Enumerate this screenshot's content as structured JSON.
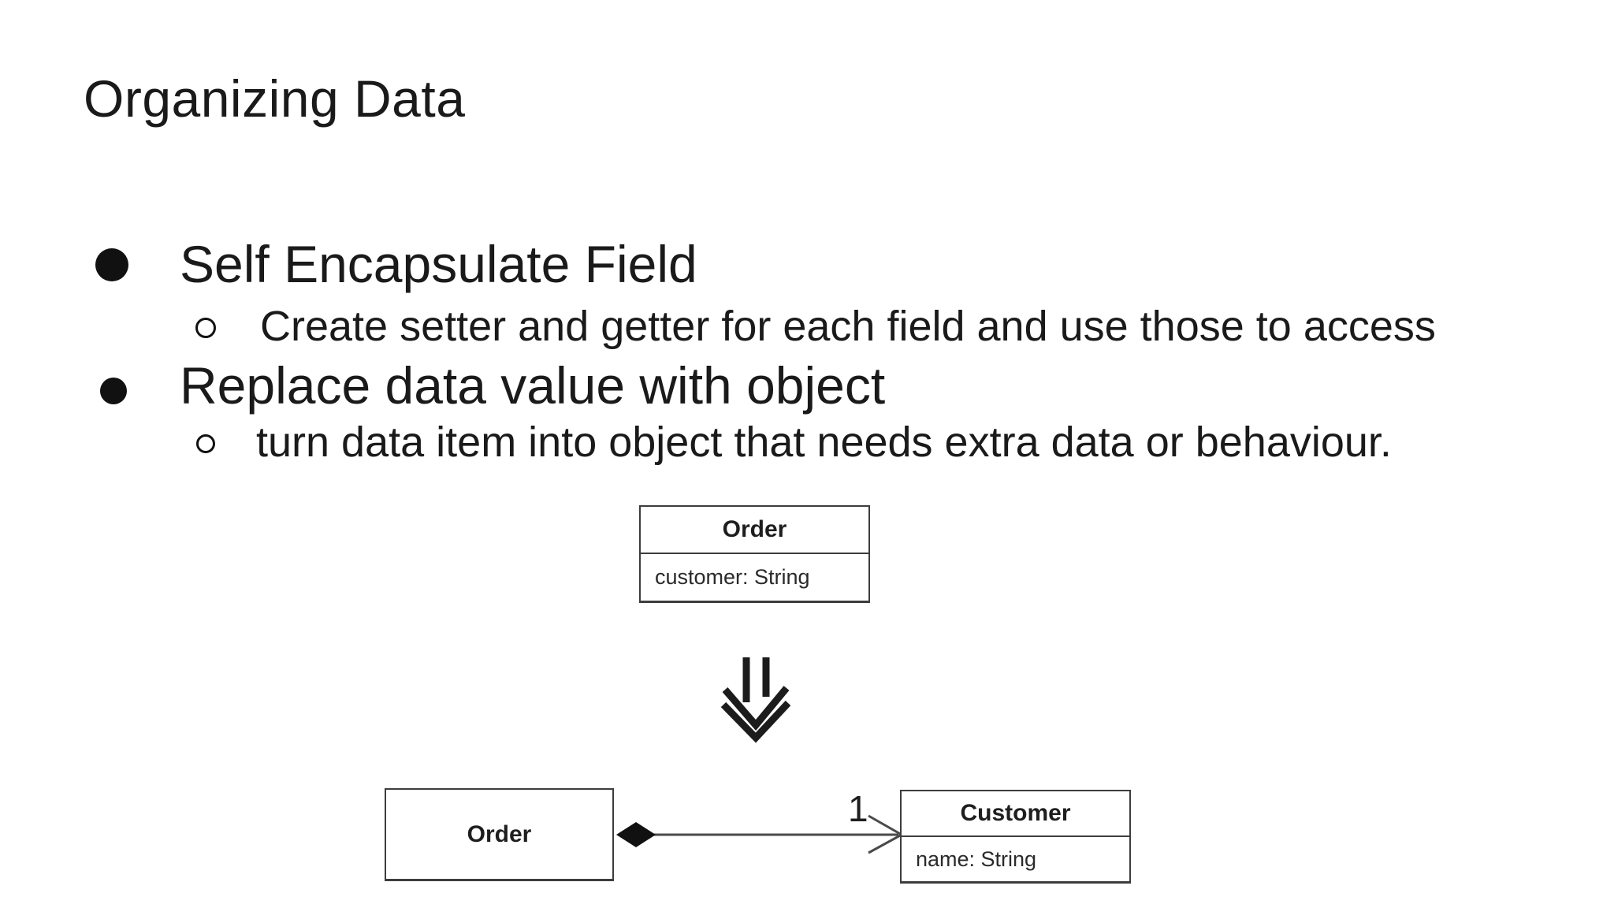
{
  "slide": {
    "title": "Organizing Data",
    "bullets": [
      {
        "level": 1,
        "marker": "filled-circle",
        "text": "Self Encapsulate Field"
      },
      {
        "level": 2,
        "marker": "open-circle",
        "text": "Create setter and getter for each field and use those to access"
      },
      {
        "level": 1,
        "marker": "filled-circle",
        "text": "Replace data value with object"
      },
      {
        "level": 2,
        "marker": "open-circle",
        "text": "turn data item into object that needs extra data or behaviour."
      }
    ]
  },
  "diagram": {
    "before": {
      "class_name": "Order",
      "attribute": "customer: String"
    },
    "transform": {
      "icon": "double-down-arrow"
    },
    "after": {
      "source": {
        "class_name": "Order"
      },
      "relation": "aggregation",
      "multiplicity": "1",
      "target": {
        "class_name": "Customer",
        "attribute": "name: String"
      }
    }
  },
  "icons": {
    "bullet_level1": "filled-circle",
    "bullet_level2": "open-circle",
    "transform_arrow": "double-down-arrow",
    "aggregation": "filled-diamond",
    "association_end": "open-arrowhead"
  },
  "colors": {
    "background": "#ffffff",
    "text": "#1a1a1a",
    "box_border": "#3d3d3d",
    "line": "#4a4a4a",
    "marker": "#111111"
  }
}
